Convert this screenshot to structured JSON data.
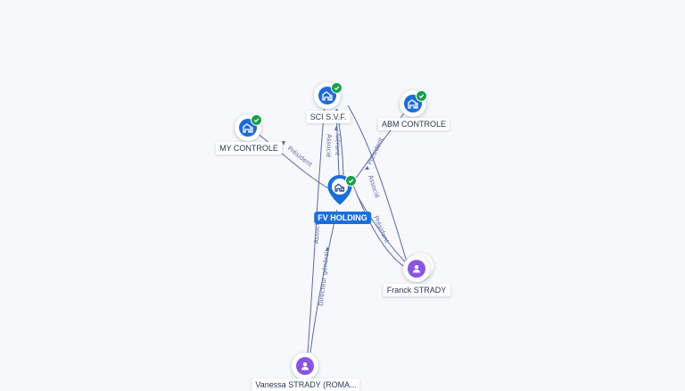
{
  "nodes": {
    "fv_holding": {
      "label": "FV HOLDING",
      "type": "company",
      "icon": "building-icon",
      "verified": true
    },
    "sci_svf": {
      "label": "SCI S.V.F.",
      "type": "company",
      "icon": "building-icon",
      "verified": true
    },
    "abm_controle": {
      "label": "ABM CONTROLE",
      "type": "company",
      "icon": "building-icon",
      "verified": true
    },
    "my_controle": {
      "label": "MY CONTROLE",
      "type": "company",
      "icon": "building-icon",
      "verified": true
    },
    "franck_strady": {
      "label": "Franck STRADY",
      "type": "person",
      "icon": "person-icon"
    },
    "vanessa_strady": {
      "label": "Vanessa STRADY (ROMA...",
      "type": "person",
      "icon": "person-icon"
    }
  },
  "edges": {
    "fv_sci_gerant": "Gérant",
    "fv_sci_associe": "Associé",
    "fv_abm_president": "Président",
    "fv_my_president": "Président",
    "franck_fv_associe": "Associé",
    "franck_fv_president": "Président",
    "vanessa_fv_directeur": "Directeur général",
    "vanessa_sci_associe": "Associé"
  },
  "colors": {
    "company": "#1e6bd6",
    "person": "#8b54e0",
    "verified": "#17a04b",
    "edge": "#5b6aa0",
    "main_label_bg": "#1a6fd8"
  }
}
